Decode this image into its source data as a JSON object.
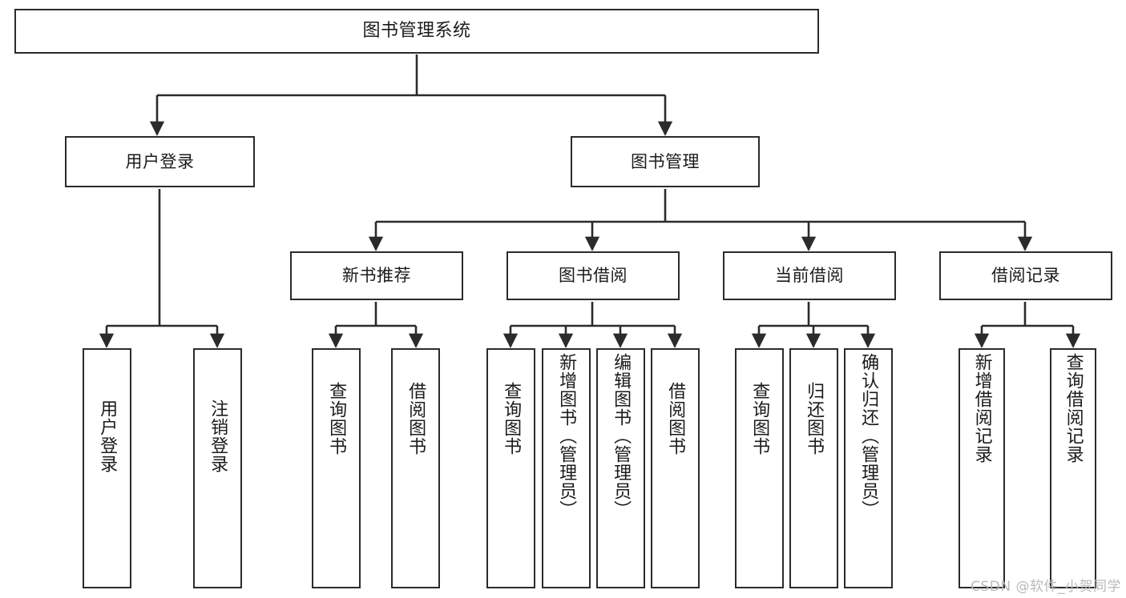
{
  "diagram": {
    "type": "tree-hierarchy",
    "title": "图书管理系统",
    "root": {
      "label": "图书管理系统"
    },
    "level2": [
      {
        "label": "用户登录"
      },
      {
        "label": "图书管理"
      }
    ],
    "level3": [
      {
        "label": "新书推荐"
      },
      {
        "label": "图书借阅"
      },
      {
        "label": "当前借阅"
      },
      {
        "label": "借阅记录"
      }
    ],
    "leaves": {
      "user_login": [
        {
          "label": "用户登录"
        },
        {
          "label": "注销登录"
        }
      ],
      "new_book_recommend": [
        {
          "label": "查询图书"
        },
        {
          "label": "借阅图书"
        }
      ],
      "book_borrow": [
        {
          "label": "查询图书"
        },
        {
          "label": "新增图书（管理员）"
        },
        {
          "label": "编辑图书（管理员）"
        },
        {
          "label": "借阅图书"
        }
      ],
      "current_borrow": [
        {
          "label": "查询图书"
        },
        {
          "label": "归还图书"
        },
        {
          "label": "确认归还（管理员）"
        }
      ],
      "borrow_record": [
        {
          "label": "新增借阅记录"
        },
        {
          "label": "查询借阅记录"
        }
      ]
    }
  },
  "watermark": {
    "text": "CSDN @软件_小贺同学"
  },
  "colors": {
    "stroke": "#2b2b2b",
    "background": "#ffffff",
    "text": "#1b1b1b",
    "watermark": "#b9b9b9"
  }
}
